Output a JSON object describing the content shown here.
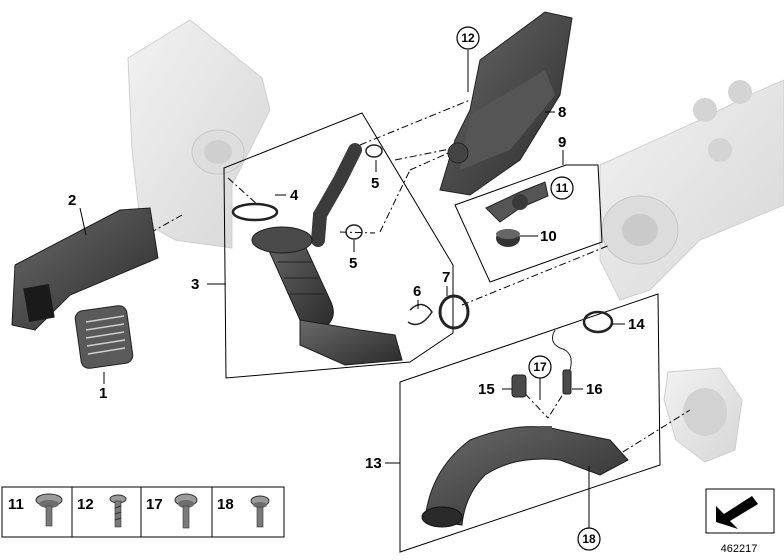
{
  "callouts": {
    "c1": "1",
    "c2": "2",
    "c3": "3",
    "c4": "4",
    "c5a": "5",
    "c5b": "5",
    "c6": "6",
    "c7": "7",
    "c8": "8",
    "c9": "9",
    "c10": "10",
    "c11": "11",
    "c12": "12",
    "c13": "13",
    "c14": "14",
    "c15": "15",
    "c16": "16",
    "c17": "17",
    "c18": "18"
  },
  "legend": {
    "items": [
      {
        "label": "11",
        "icon": "screw-icon"
      },
      {
        "label": "12",
        "icon": "screw-icon"
      },
      {
        "label": "17",
        "icon": "screw-icon"
      },
      {
        "label": "18",
        "icon": "screw-icon"
      }
    ]
  },
  "footer": {
    "doc_number": "462217"
  },
  "colors": {
    "ghost_part": "#e6e6e6",
    "dark_part": "#3d3d3d",
    "line": "#000000"
  }
}
